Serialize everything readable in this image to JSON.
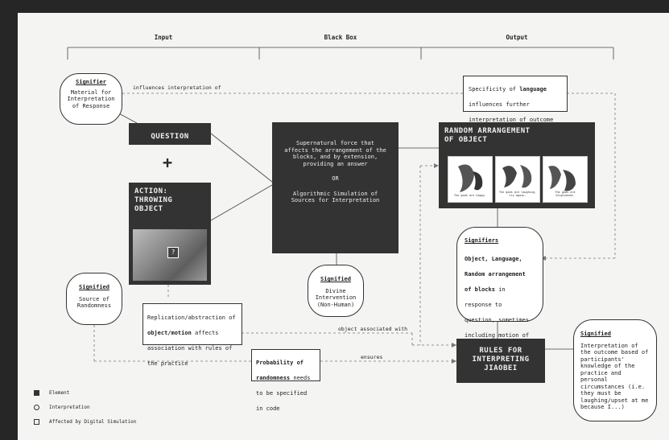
{
  "headers": {
    "input": "Input",
    "blackbox": "Black Box",
    "output": "Output"
  },
  "signifier_top": {
    "title": "Signifier",
    "body": "Material for Interpretation of Response"
  },
  "influences_label": "influences interpretation of",
  "specificity": {
    "pre": "Specificity of ",
    "bold": "language",
    "post": " influences further interpretation of outcome in response to question"
  },
  "question": "QUESTION",
  "plus": "+",
  "action": {
    "title": "ACTION: THROWING OBJECT",
    "photo_mark": "?"
  },
  "supernatural": {
    "text": "Supernatural force that affects the arrangement of the blocks, and by extension, providing an answer",
    "or": "OR",
    "alt": "Algorithmic Simulation of Sources for Interpretation"
  },
  "random": {
    "title": "RANDOM ARRANGEMENT OF OBJECT",
    "captions": [
      "The gods are happy.",
      "The gods are laughing, try again.",
      "The gods are displeased."
    ]
  },
  "signified_divine": {
    "title": "Signified",
    "body": "Divine Intervention (Non-Human)"
  },
  "signifiers_right": {
    "title": "Signifiers",
    "bold": "Object, Language, Random arrangement of blocks",
    "body": " in response to question, sometimes including motion of blocks (i.e. rocking of blocks)."
  },
  "signified_left": {
    "title": "Signified",
    "body": "Source of Randomness"
  },
  "replication": {
    "pre": "Replication/abstraction of ",
    "bold": "object/motion",
    "post": " affects association with rules of the practice"
  },
  "object_assoc_label": "object associated with",
  "rules": "RULES FOR INTERPRETING JIAOBEI",
  "ensures_label": "ensures",
  "probability": {
    "bold": "Probability of randomness",
    "post": " needs to be specified in code"
  },
  "signified_right": {
    "title": "Signified",
    "body": "Interpretation of the outcome based of participants' knowledge of the practice and personal circumstances (i.e. they must be laughing/upset at me because I...)"
  },
  "legend": {
    "element": "Element",
    "interpretation": "Interpretation",
    "digital": "Affected by Digital Simulation"
  },
  "colors": {
    "dark_block": "#333333",
    "page": "#f4f4f2",
    "frame": "#262626"
  }
}
